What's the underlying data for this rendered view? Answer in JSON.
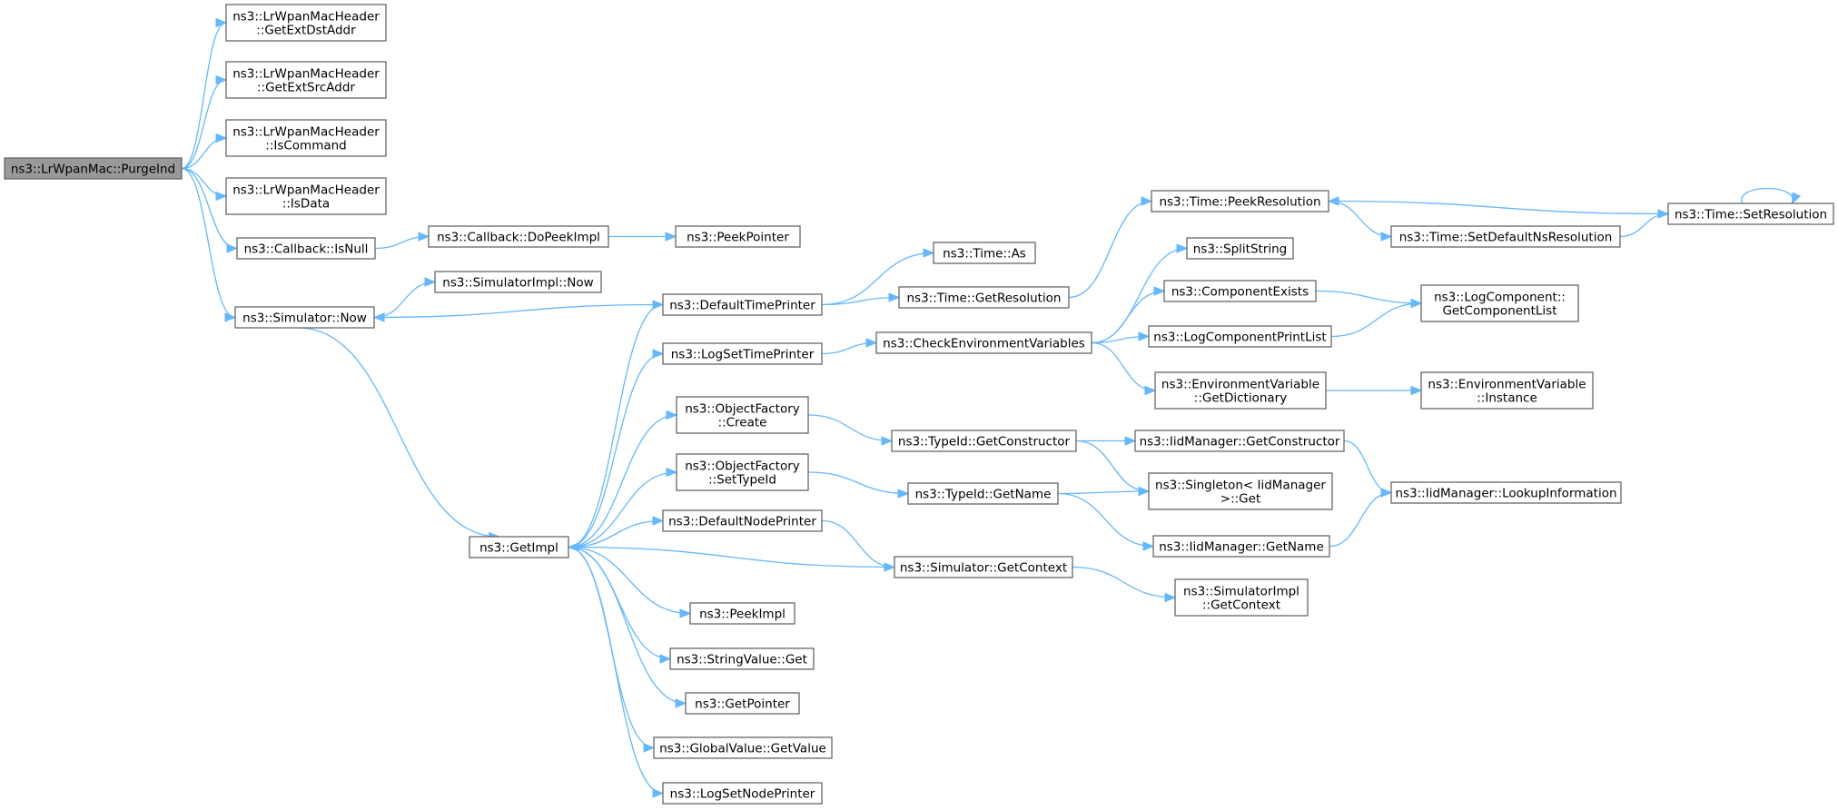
{
  "nodes": {
    "purge_ind": {
      "label": [
        "ns3::LrWpanMac::PurgeInd"
      ]
    },
    "get_ext_dst_addr": {
      "label": [
        "ns3::LrWpanMacHeader",
        "::GetExtDstAddr"
      ]
    },
    "get_ext_src_addr": {
      "label": [
        "ns3::LrWpanMacHeader",
        "::GetExtSrcAddr"
      ]
    },
    "is_command": {
      "label": [
        "ns3::LrWpanMacHeader",
        "::IsCommand"
      ]
    },
    "is_data": {
      "label": [
        "ns3::LrWpanMacHeader",
        "::IsData"
      ]
    },
    "callback_is_null": {
      "label": [
        "ns3::Callback::IsNull"
      ]
    },
    "callback_do_peek_impl": {
      "label": [
        "ns3::Callback::DoPeekImpl"
      ]
    },
    "peek_pointer": {
      "label": [
        "ns3::PeekPointer"
      ]
    },
    "simulator_now": {
      "label": [
        "ns3::Simulator::Now"
      ]
    },
    "simulator_impl_now": {
      "label": [
        "ns3::SimulatorImpl::Now"
      ]
    },
    "get_impl": {
      "label": [
        "ns3::GetImpl"
      ]
    },
    "default_time_printer": {
      "label": [
        "ns3::DefaultTimePrinter"
      ]
    },
    "log_set_time_printer": {
      "label": [
        "ns3::LogSetTimePrinter"
      ]
    },
    "object_factory_create": {
      "label": [
        "ns3::ObjectFactory",
        "::Create"
      ]
    },
    "object_factory_set_type_id": {
      "label": [
        "ns3::ObjectFactory",
        "::SetTypeId"
      ]
    },
    "default_node_printer": {
      "label": [
        "ns3::DefaultNodePrinter"
      ]
    },
    "peek_impl": {
      "label": [
        "ns3::PeekImpl"
      ]
    },
    "string_value_get": {
      "label": [
        "ns3::StringValue::Get"
      ]
    },
    "get_pointer": {
      "label": [
        "ns3::GetPointer"
      ]
    },
    "global_value_get_value": {
      "label": [
        "ns3::GlobalValue::GetValue"
      ]
    },
    "log_set_node_printer": {
      "label": [
        "ns3::LogSetNodePrinter"
      ]
    },
    "time_as": {
      "label": [
        "ns3::Time::As"
      ]
    },
    "time_get_resolution": {
      "label": [
        "ns3::Time::GetResolution"
      ]
    },
    "check_environment_variables": {
      "label": [
        "ns3::CheckEnvironmentVariables"
      ]
    },
    "type_id_get_constructor": {
      "label": [
        "ns3::TypeId::GetConstructor"
      ]
    },
    "type_id_get_name": {
      "label": [
        "ns3::TypeId::GetName"
      ]
    },
    "simulator_get_context": {
      "label": [
        "ns3::Simulator::GetContext"
      ]
    },
    "time_peek_resolution": {
      "label": [
        "ns3::Time::PeekResolution"
      ]
    },
    "split_string": {
      "label": [
        "ns3::SplitString"
      ]
    },
    "component_exists": {
      "label": [
        "ns3::ComponentExists"
      ]
    },
    "log_component_print_list": {
      "label": [
        "ns3::LogComponentPrintList"
      ]
    },
    "environment_variable_get_dictionary": {
      "label": [
        "ns3::EnvironmentVariable",
        "::GetDictionary"
      ]
    },
    "iid_manager_get_constructor": {
      "label": [
        "ns3::IidManager::GetConstructor"
      ]
    },
    "singleton_get": {
      "label": [
        "ns3::Singleton< IidManager",
        " >::Get"
      ]
    },
    "iid_manager_get_name": {
      "label": [
        "ns3::IidManager::GetName"
      ]
    },
    "simulator_impl_get_context": {
      "label": [
        "ns3::SimulatorImpl",
        "::GetContext"
      ]
    },
    "time_set_default_ns_resolution": {
      "label": [
        "ns3::Time::SetDefaultNsResolution"
      ]
    },
    "log_component_get_component_list": {
      "label": [
        "ns3::LogComponent::",
        "GetComponentList"
      ]
    },
    "environment_variable_instance": {
      "label": [
        "ns3::EnvironmentVariable",
        "::Instance"
      ]
    },
    "iid_manager_lookup_information": {
      "label": [
        "ns3::IidManager::LookupInformation"
      ]
    },
    "time_set_resolution": {
      "label": [
        "ns3::Time::SetResolution"
      ]
    }
  },
  "edges": [
    [
      "purge_ind",
      "get_ext_dst_addr"
    ],
    [
      "purge_ind",
      "get_ext_src_addr"
    ],
    [
      "purge_ind",
      "is_command"
    ],
    [
      "purge_ind",
      "is_data"
    ],
    [
      "purge_ind",
      "callback_is_null"
    ],
    [
      "purge_ind",
      "simulator_now"
    ],
    [
      "callback_is_null",
      "callback_do_peek_impl"
    ],
    [
      "callback_do_peek_impl",
      "peek_pointer"
    ],
    [
      "simulator_now",
      "simulator_impl_now"
    ],
    [
      "simulator_now",
      "get_impl"
    ],
    [
      "default_time_printer",
      "simulator_now"
    ],
    [
      "default_time_printer",
      "time_as"
    ],
    [
      "default_time_printer",
      "time_get_resolution"
    ],
    [
      "get_impl",
      "default_time_printer"
    ],
    [
      "get_impl",
      "log_set_time_printer"
    ],
    [
      "get_impl",
      "object_factory_create"
    ],
    [
      "get_impl",
      "object_factory_set_type_id"
    ],
    [
      "get_impl",
      "default_node_printer"
    ],
    [
      "get_impl",
      "peek_impl"
    ],
    [
      "get_impl",
      "string_value_get"
    ],
    [
      "get_impl",
      "get_pointer"
    ],
    [
      "get_impl",
      "global_value_get_value"
    ],
    [
      "get_impl",
      "log_set_node_printer"
    ],
    [
      "log_set_time_printer",
      "check_environment_variables"
    ],
    [
      "object_factory_create",
      "type_id_get_constructor"
    ],
    [
      "object_factory_set_type_id",
      "type_id_get_name"
    ],
    [
      "default_node_printer",
      "simulator_get_context"
    ],
    [
      "simulator_get_context",
      "get_impl"
    ],
    [
      "simulator_get_context",
      "simulator_impl_get_context"
    ],
    [
      "time_get_resolution",
      "time_peek_resolution"
    ],
    [
      "check_environment_variables",
      "split_string"
    ],
    [
      "check_environment_variables",
      "component_exists"
    ],
    [
      "check_environment_variables",
      "log_component_print_list"
    ],
    [
      "check_environment_variables",
      "environment_variable_get_dictionary"
    ],
    [
      "type_id_get_constructor",
      "iid_manager_get_constructor"
    ],
    [
      "type_id_get_constructor",
      "singleton_get"
    ],
    [
      "type_id_get_name",
      "singleton_get"
    ],
    [
      "type_id_get_name",
      "iid_manager_get_name"
    ],
    [
      "time_peek_resolution",
      "time_set_default_ns_resolution"
    ],
    [
      "time_set_default_ns_resolution",
      "time_set_resolution"
    ],
    [
      "time_set_resolution",
      "time_peek_resolution"
    ],
    [
      "time_set_resolution",
      "time_set_resolution"
    ],
    [
      "component_exists",
      "log_component_get_component_list"
    ],
    [
      "log_component_print_list",
      "log_component_get_component_list"
    ],
    [
      "environment_variable_get_dictionary",
      "environment_variable_instance"
    ],
    [
      "iid_manager_get_constructor",
      "iid_manager_lookup_information"
    ],
    [
      "iid_manager_get_name",
      "iid_manager_lookup_information"
    ]
  ]
}
